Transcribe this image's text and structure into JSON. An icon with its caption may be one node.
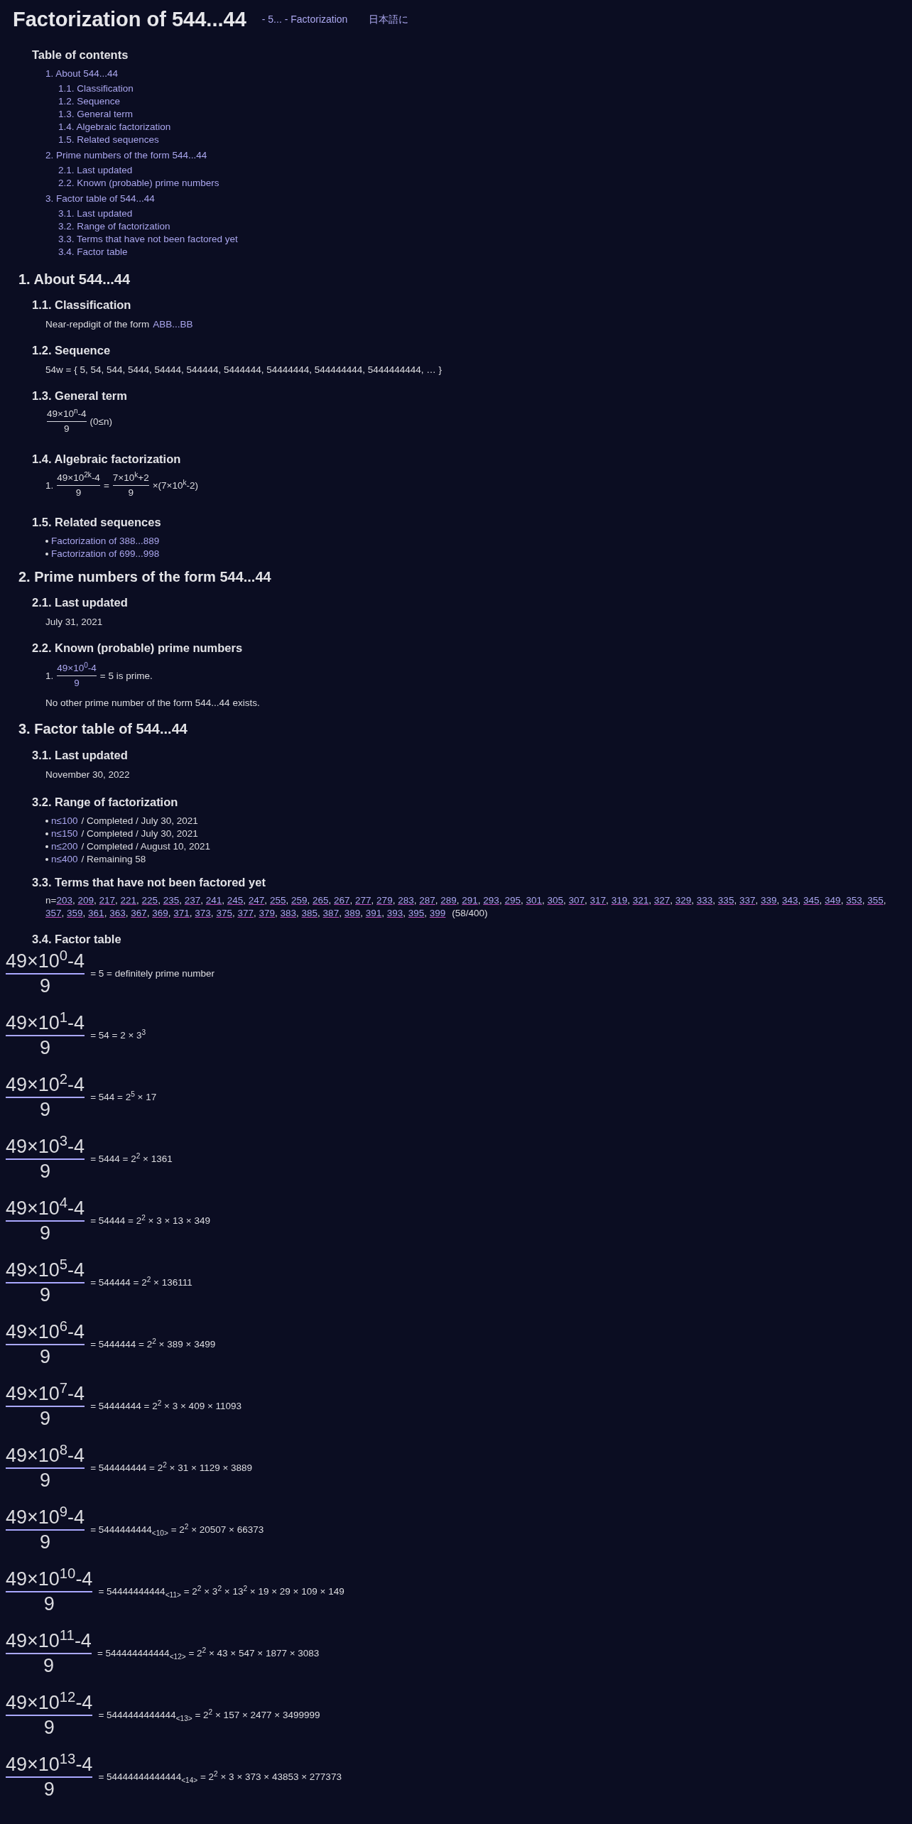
{
  "diagram": {
    "title": "Factorization of 544...44",
    "labels": [
      "- 5... - Factorization",
      "日本語に",
      "Table of contents",
      "1. About 544...44",
      "1.1. Classification",
      "1.2. Sequence",
      "1.3. General term",
      "1.4. Algebraic factorization",
      "1.5. Related sequences",
      "2. Prime numbers of the form 544...44",
      "2.1. Last updated",
      "2.2. Known (probable) prime numbers",
      "3. Factor table of 544...44",
      "3.1. Last updated",
      "3.2. Range of factorization",
      "3.3. Terms that have not been factored yet",
      "3.4. Factor table",
      "1. About 544...44",
      "1.1. Classification",
      "Near-repdigit of the form",
      "ABB...BB",
      "1.2. Sequence",
      "54w = { 5, 54, 544, 5444, 54444, 544444, 5444444, 54444444, 544444444, 5444444444, … }",
      "1.3. General term",
      "49×10$^{n}$-4",
      "9",
      "(0≤n)",
      "1.4. Algebraic factorization",
      "1.",
      "49×10$^{2k}$-4",
      "9",
      "=",
      "7×10$^{k}$+2",
      "9",
      "×(7×10$^{k}$-2)",
      "1.5. Related sequences",
      "Factorization of 388...889",
      "Factorization of 699...998",
      "2. Prime numbers of the form 544...44",
      "2.1. Last updated",
      "July 31, 2021",
      "2.2. Known (probable) prime numbers",
      "1.",
      "49×10$^{0}$-4",
      "9",
      "= 5 is prime.",
      "No other prime number of the form 544...44 exists.",
      "3. Factor table of 544...44",
      "3.1. Last updated",
      "November 30, 2022",
      "3.2. Range of factorization",
      "n≤100",
      "/ Completed / July 30, 2021",
      "n≤150",
      "/ Completed / July 30, 2021",
      "n≤200",
      "/ Completed / August 10, 2021",
      "n≤400",
      "/ Remaining 58",
      "3.3. Terms that have not been factored yet",
      "n=203, 209, 217, 221, 225, 235, 237, 241, 245, 247, 255, 259, 265, 267, 277, 279, 283, 287, 289, 291, 293, 295, 301, 305, 307, 317, 319, 321, 327, 329, 333, 335, 337, 339, 343, 345, 349, 353, 355, 357, 359, 361, 363, 367, 369, 371, 373, 375, 377, 379, 383, 385, 387, 389, 391, 393, 395, 399",
      "(58/400)",
      "3.4. Factor table",
      "49×10$^{0}$-4",
      "9",
      "= 5 = definitely prime number",
      "49×10$^{1}$-4",
      "9",
      "= 54 = 2 × 3$^{3}$",
      "49×10$^{2}$-4",
      "9",
      "= 544 = 2$^{5}$ × 17",
      "49×10$^{3}$-4",
      "9",
      "= 5444 = 2$^{2}$ × 1361",
      "49×10$^{4}$-4",
      "9",
      "= 54444 = 2$^{2}$ × 3 × 13 × 349",
      "49×10$^{5}$-4",
      "9",
      "= 544444 = 2$^{2}$ × 136111",
      "49×10$^{6}$-4",
      "9",
      "= 5444444 = 2$^{2}$ × 389 × 3499",
      "49×10$^{7}$-4",
      "9",
      "= 54444444 = 2$^{2}$ × 3 × 409 × 11093",
      "49×10$^{8}$-4",
      "9",
      "= 544444444 = 2$^{2}$ × 31 × 1129 × 3889",
      "49×10$^{9}$-4",
      "9",
      "= 5444444444$_{<10>}$ = 2$^{2}$ × 20507 × 66373",
      "49×10$^{10}$-4",
      "9",
      "= 54444444444$_{<11>}$ = 2$^{2}$ × 3$^{2}$ × 13$^{2}$ × 19 × 29 × 109 × 149",
      "49×10$^{11}$-4",
      "9",
      "= 544444444444$_{<12>}$ = 2$^{2}$ × 43 × 547 × 1877 × 3083",
      "49×10$^{12}$-4",
      "9",
      "= 5444444444444$_{<13>}$ = 2$^{2}$ × 157 × 2477 × 3499999",
      "49×10$^{13}$-4",
      "9",
      "= 54444444444444$_{<14>}$ = 2$^{2}$ × 3 × 373 × 43853 × 277373"
    ]
  }
}
